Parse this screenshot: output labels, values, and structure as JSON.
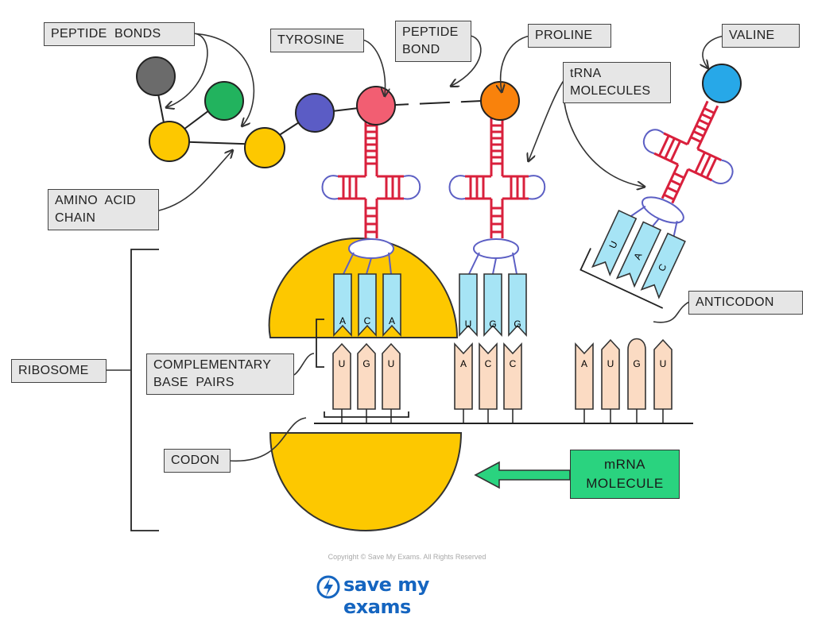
{
  "labels": {
    "peptide_bonds": "PEPTIDE  BONDS",
    "tyrosine": "TYROSINE",
    "peptide_bond_1": "PEPTIDE",
    "peptide_bond_2": "BOND",
    "proline": "PROLINE",
    "valine": "VALINE",
    "trna_1": "tRNA",
    "trna_2": "MOLECULES",
    "amino_acid_chain_1": "AMINO  ACID",
    "amino_acid_chain_2": "CHAIN",
    "ribosome": "RIBOSOME",
    "complementary_1": "COMPLEMENTARY",
    "complementary_2": "BASE  PAIRS",
    "codon": "CODON",
    "anticodon": "ANTICODON",
    "mrna_1": "mRNA",
    "mrna_2": "MOLECULE"
  },
  "bases": {
    "trna1_anticodon": [
      "A",
      "C",
      "A"
    ],
    "trna2_anticodon": [
      "U",
      "G",
      "G"
    ],
    "trna3_anticodon": [
      "U",
      "A",
      "C"
    ],
    "codon1": [
      "U",
      "G",
      "U"
    ],
    "codon2": [
      "A",
      "C",
      "C"
    ],
    "codon3": [
      "A",
      "U",
      "G",
      "U"
    ]
  },
  "footer": {
    "copyright": "Copyright © Save My Exams. All Rights Reserved",
    "logo": "save my exams"
  },
  "colors": {
    "ribosome": "#fdc800",
    "trna_stem": "#d9203c",
    "trna_loop": "#5c5fc4",
    "anticodon_base": "#a6e4f5",
    "codon_base": "#fbdbc3",
    "mrna_box": "#2ad37f",
    "amino_grey": "#6b6b6b",
    "amino_green": "#22b35e",
    "amino_yellow": "#fdc800",
    "amino_indigo": "#5b5cc5",
    "tyrosine": "#f25e72",
    "proline": "#f9820c",
    "valine": "#27a8e8"
  }
}
